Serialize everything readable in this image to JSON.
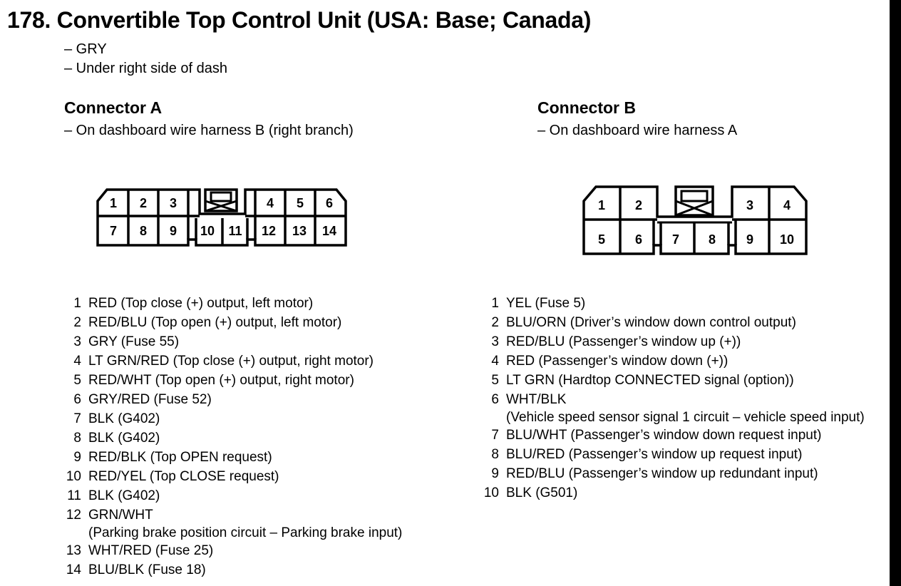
{
  "title": "178. Convertible Top Control Unit (USA: Base; Canada)",
  "notes": [
    "– GRY",
    "– Under right side of dash"
  ],
  "connector_a": {
    "title": "Connector A",
    "location": "– On dashboard wire harness B (right branch)",
    "top_pins": [
      "1",
      "2",
      "3",
      "4",
      "5",
      "6"
    ],
    "bottom_pins": [
      "7",
      "8",
      "9",
      "10",
      "11",
      "12",
      "13",
      "14"
    ],
    "pins": [
      {
        "num": "1",
        "text": "RED (Top close (+) output, left motor)"
      },
      {
        "num": "2",
        "text": "RED/BLU (Top open (+) output, left motor)"
      },
      {
        "num": "3",
        "text": "GRY (Fuse 55)"
      },
      {
        "num": "4",
        "text": "LT GRN/RED (Top close (+) output, right motor)"
      },
      {
        "num": "5",
        "text": "RED/WHT (Top open (+) output, right motor)"
      },
      {
        "num": "6",
        "text": "GRY/RED (Fuse 52)"
      },
      {
        "num": "7",
        "text": "BLK (G402)"
      },
      {
        "num": "8",
        "text": "BLK (G402)"
      },
      {
        "num": "9",
        "text": "RED/BLK (Top OPEN request)"
      },
      {
        "num": "10",
        "text": "RED/YEL (Top CLOSE request)"
      },
      {
        "num": "11",
        "text": "BLK (G402)"
      },
      {
        "num": "12",
        "text": "GRN/WHT",
        "sub": "(Parking brake position circuit – Parking brake input)"
      },
      {
        "num": "13",
        "text": "WHT/RED (Fuse 25)"
      },
      {
        "num": "14",
        "text": "BLU/BLK (Fuse 18)"
      }
    ]
  },
  "connector_b": {
    "title": "Connector B",
    "location": "– On dashboard wire harness A",
    "top_pins": [
      "1",
      "2",
      "3",
      "4"
    ],
    "bottom_pins": [
      "5",
      "6",
      "7",
      "8",
      "9",
      "10"
    ],
    "pins": [
      {
        "num": "1",
        "text": "YEL (Fuse 5)"
      },
      {
        "num": "2",
        "text": "BLU/ORN (Driver’s window down control output)"
      },
      {
        "num": "3",
        "text": "RED/BLU (Passenger’s window up (+))"
      },
      {
        "num": "4",
        "text": "RED (Passenger’s window down (+))"
      },
      {
        "num": "5",
        "text": "LT GRN (Hardtop CONNECTED signal (option))"
      },
      {
        "num": "6",
        "text": "WHT/BLK",
        "sub": "(Vehicle speed sensor signal 1 circuit – vehicle speed input)"
      },
      {
        "num": "7",
        "text": "BLU/WHT (Passenger’s window down request input)"
      },
      {
        "num": "8",
        "text": "BLU/RED (Passenger’s window up request input)"
      },
      {
        "num": "9",
        "text": "RED/BLU (Passenger’s window up redundant input)"
      },
      {
        "num": "10",
        "text": "BLK (G501)"
      }
    ]
  }
}
